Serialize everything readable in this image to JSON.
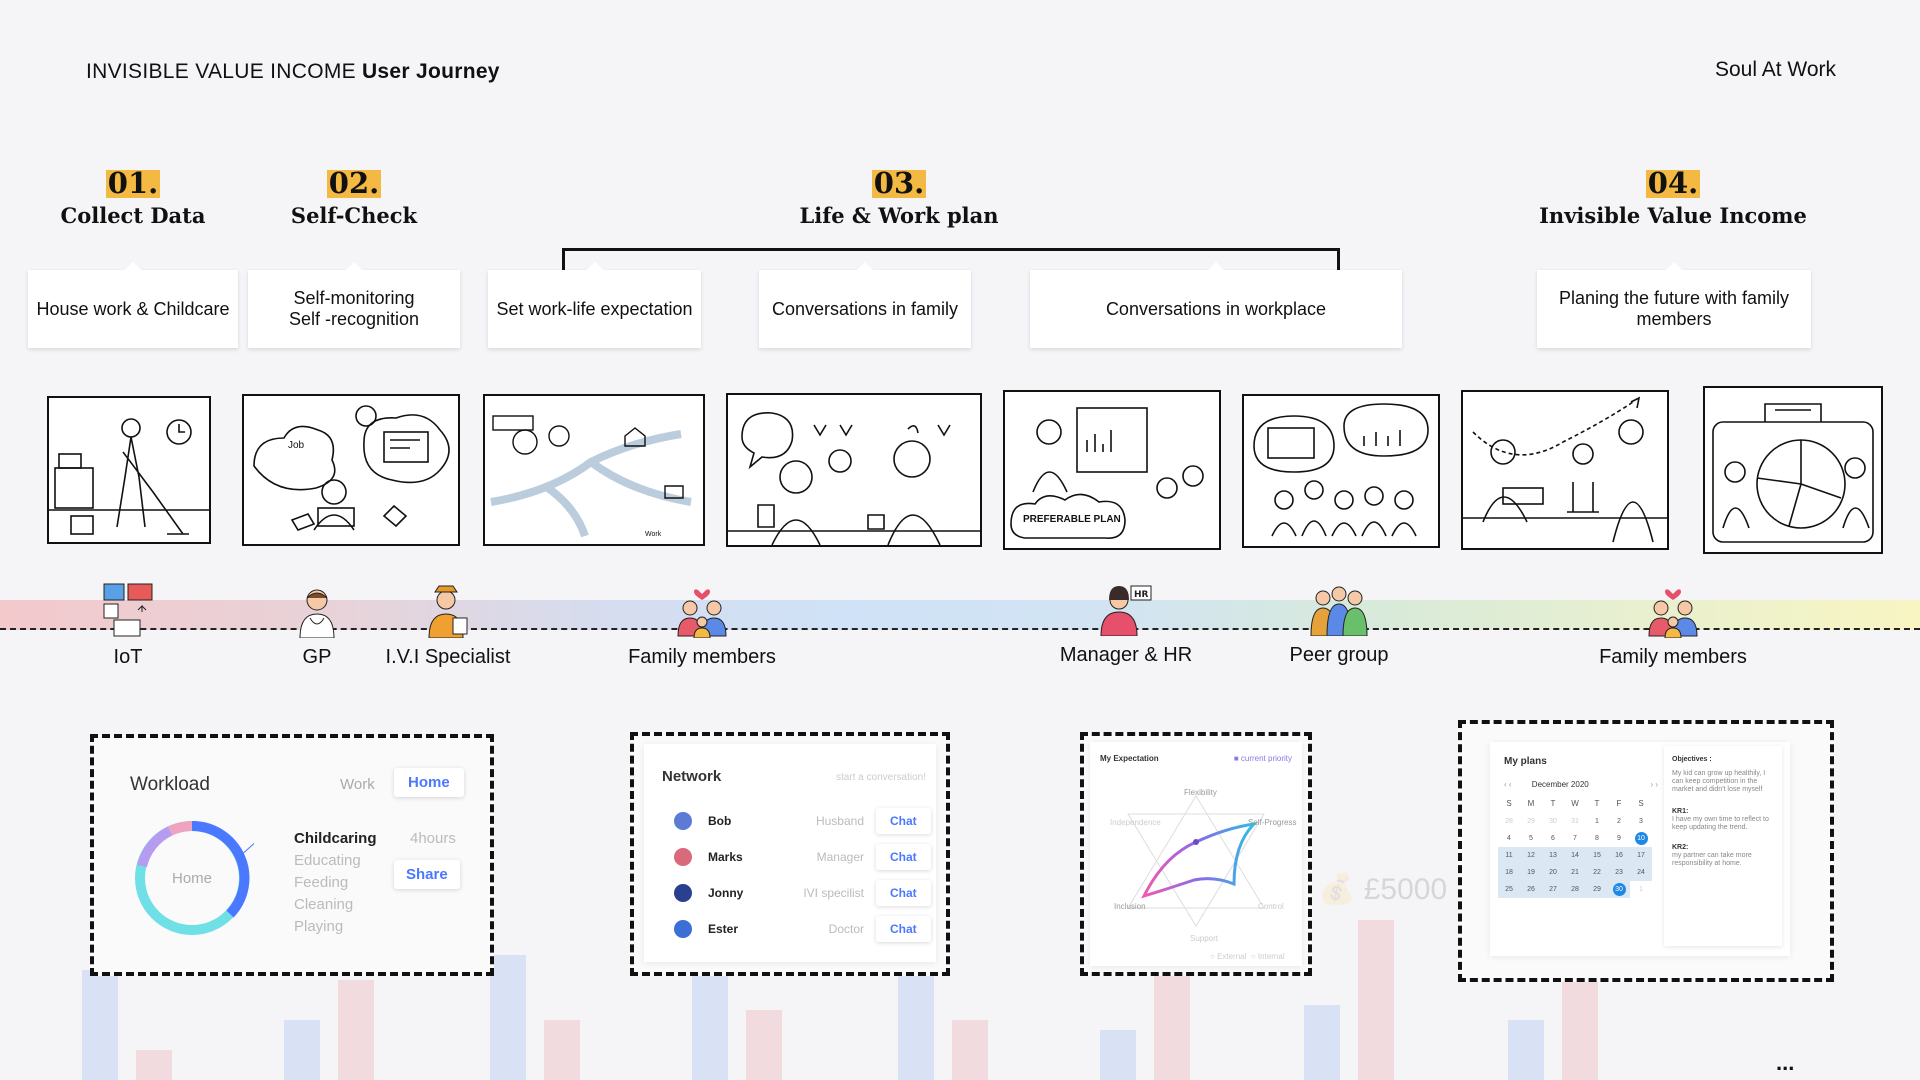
{
  "header": {
    "title_light": "INVISIBLE VALUE INCOME",
    "title_bold": "User Journey",
    "brand": "Soul At Work"
  },
  "steps": [
    {
      "num": "01.",
      "name": "Collect Data"
    },
    {
      "num": "02.",
      "name": "Self-Check"
    },
    {
      "num": "03.",
      "name": "Life & Work plan"
    },
    {
      "num": "04.",
      "name": "Invisible Value Income"
    }
  ],
  "cards": [
    {
      "line1": "House work & Childcare",
      "line2": ""
    },
    {
      "line1": "Self-monitoring",
      "line2": "Self -recognition"
    },
    {
      "line1": "Set work-life expectation",
      "line2": ""
    },
    {
      "line1": "Conversations in family",
      "line2": ""
    },
    {
      "line1": "Conversations in workplace",
      "line2": ""
    },
    {
      "line1": "Planing the future with family",
      "line2": "members"
    }
  ],
  "stakeholders": [
    {
      "label": "IoT",
      "icon": "iot-devices-icon"
    },
    {
      "label": "GP",
      "icon": "doctor-icon"
    },
    {
      "label": "I.V.I Specialist",
      "icon": "specialist-icon"
    },
    {
      "label": "Family members",
      "icon": "family-icon"
    },
    {
      "label": "Manager & HR",
      "icon": "manager-hr-icon"
    },
    {
      "label": "Peer group",
      "icon": "peer-group-icon"
    },
    {
      "label": "Family members",
      "icon": "family-icon"
    }
  ],
  "sketch_text": {
    "preferable_plan": "PREFERABLE PLAN",
    "job": "Job",
    "work": "Work"
  },
  "workload": {
    "title": "Workload",
    "tab_work": "Work",
    "tab_home": "Home",
    "donut_label": "Home",
    "activities": [
      "Childcaring",
      "Educating",
      "Feeding",
      "Cleaning",
      "Playing"
    ],
    "main_hours": "4hours",
    "share": "Share",
    "colors": {
      "accent": "#4a78ff",
      "teal": "#6ee0e6",
      "pink": "#f0a3c0"
    }
  },
  "network": {
    "title": "Network",
    "placeholder": "start a conversation!",
    "chat": "Chat",
    "people": [
      {
        "name": "Bob",
        "role": "Husband",
        "color": "#5b7bd5"
      },
      {
        "name": "Marks",
        "role": "Manager",
        "color": "#d96a7b"
      },
      {
        "name": "Jonny",
        "role": "IVI specilist",
        "color": "#2a3f8f"
      },
      {
        "name": "Ester",
        "role": "Doctor",
        "color": "#3b6fd6"
      }
    ]
  },
  "expectation": {
    "title": "My Expectation",
    "legend": "current priority",
    "axes": [
      "Flexibility",
      "Self-Progress",
      "Control",
      "Support",
      "Inclusion",
      "Independence"
    ],
    "bottom_legend": [
      "External",
      "Internal"
    ]
  },
  "background_amount": "£5000",
  "plans": {
    "title": "My plans",
    "month": "December 2020",
    "nav_prev": "‹ ‹",
    "nav_next": "› ›",
    "weekdays": [
      "S",
      "M",
      "T",
      "W",
      "T",
      "F",
      "S"
    ],
    "weeks": [
      [
        "28",
        "29",
        "30",
        "31",
        "1",
        "2",
        "3"
      ],
      [
        "4",
        "5",
        "6",
        "7",
        "8",
        "9",
        "10"
      ],
      [
        "11",
        "12",
        "13",
        "14",
        "15",
        "16",
        "17"
      ],
      [
        "18",
        "19",
        "20",
        "21",
        "22",
        "23",
        "24"
      ],
      [
        "25",
        "26",
        "27",
        "28",
        "29",
        "30",
        "1"
      ]
    ],
    "objectives_title": "Objectives :",
    "objectives_text": "My kid can grow up healthily, I can keep competition in the market and didn't lose myself",
    "kr1_title": "KR1:",
    "kr1_text": "I have my own time to reflect to keep updating the trend.",
    "kr2_title": "KR2:",
    "kr2_text": "my partner can take more responsibility at home."
  },
  "more": "..."
}
